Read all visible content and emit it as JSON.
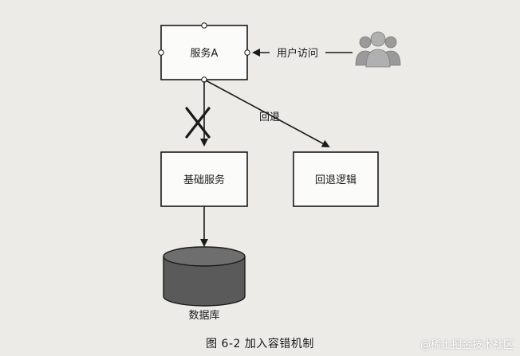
{
  "nodes": {
    "service_a": "服务A",
    "base_service": "基础服务",
    "fallback_logic": "回退逻辑",
    "database": "数据库"
  },
  "edges": {
    "user_access": "用户访问",
    "fallback": "回退"
  },
  "caption": "图 6-2    加入容错机制",
  "watermark": "@稀土掘金技术社区",
  "colors": {
    "line": "#1a1a1a",
    "cross": "#1a1a1a",
    "db_fill": "#5a5a5a",
    "user_icon": "#9a9a9a"
  }
}
